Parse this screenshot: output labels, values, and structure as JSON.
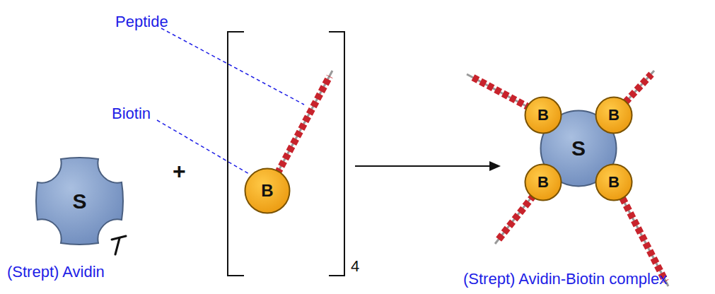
{
  "diagram": {
    "nodes": [
      {
        "text": [
          "S"
        ]
      },
      {
        "text": [
          "B"
        ]
      },
      {
        "text": [
          "S"
        ]
      },
      {
        "text": [
          "B"
        ]
      },
      {
        "text": [
          "B"
        ]
      },
      {
        "text": [
          "B"
        ]
      },
      {
        "text": [
          "B"
        ]
      }
    ],
    "labels": [
      "Peptide",
      "Biotin",
      "+",
      "4",
      "(Strept) Avidin",
      "(Strept) Avidin-Biotin complex"
    ]
  }
}
